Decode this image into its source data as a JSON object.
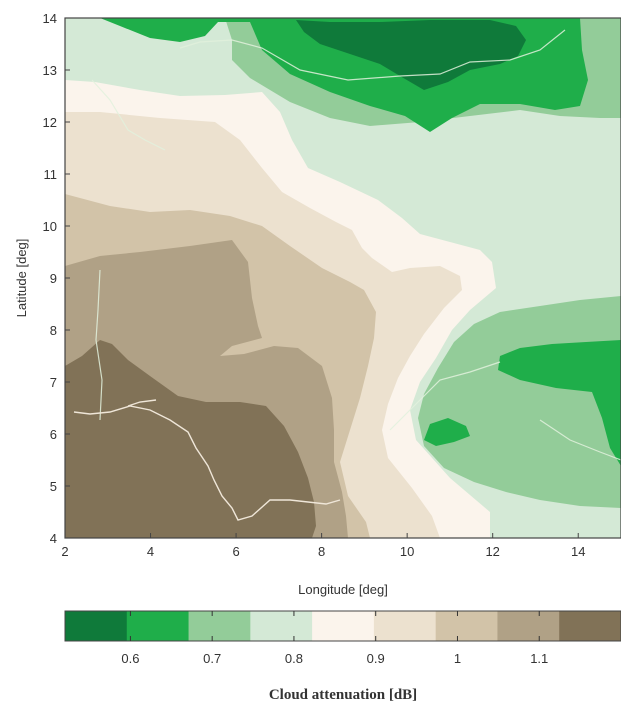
{
  "map": {
    "xlabel": "Longitude [deg]",
    "ylabel": "Latitude [deg]",
    "x_ticks": [
      "2",
      "4",
      "6",
      "8",
      "10",
      "12",
      "14"
    ],
    "y_ticks": [
      "4",
      "5",
      "6",
      "7",
      "8",
      "9",
      "10",
      "11",
      "12",
      "13",
      "14"
    ],
    "xlim": [
      2,
      15
    ],
    "ylim": [
      4,
      14
    ],
    "grid": false,
    "contour_fill_colors": [
      "#0f7a3a",
      "#1fae4a",
      "#93cc99",
      "#d4e9d6",
      "#fbf4ec",
      "#ece1cf",
      "#d2c3a8",
      "#b0a186",
      "#817257"
    ]
  },
  "colorbar": {
    "label": "Cloud attenuation [dB]",
    "tick_labels": [
      "0.6",
      "0.7",
      "0.8",
      "0.9",
      "1",
      "1.1"
    ],
    "tick_values": [
      0.6,
      0.7,
      0.8,
      0.9,
      1.0,
      1.1
    ],
    "range": [
      0.52,
      1.2
    ],
    "placement": "bottom",
    "colors": [
      "#0f7a3a",
      "#1fae4a",
      "#93cc99",
      "#d4e9d6",
      "#fbf4ec",
      "#ece1cf",
      "#d2c3a8",
      "#b0a186",
      "#817257"
    ]
  }
}
